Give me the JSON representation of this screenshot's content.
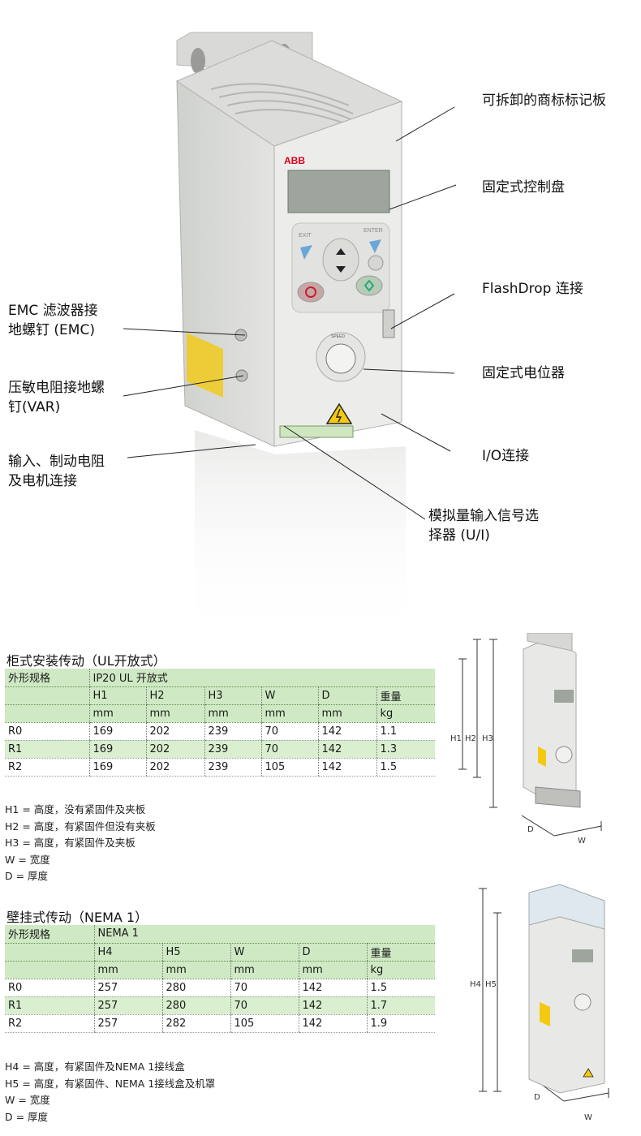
{
  "callouts": {
    "trademark_plate": "可拆卸的商标标记板",
    "control_panel": "固定式控制盘",
    "flashdrop": "FlashDrop 连接",
    "potentiometer": "固定式电位器",
    "io": "I/O连接",
    "analog_selector_1": "模拟量输入信号选",
    "analog_selector_2": "择器 (U/I)",
    "emc_1": "EMC 滤波器接",
    "emc_2": "地螺钉 (EMC)",
    "var_1": "压敏电阻接地螺",
    "var_2": "钉(VAR)",
    "input_1": "输入、制动电阻",
    "input_2": "及电机连接"
  },
  "device": {
    "brand": "ABB",
    "exit_label": "EXIT",
    "enter_label": "ENTER",
    "speed_label": "SPEED"
  },
  "table1": {
    "title": "柜式安装传动（UL开放式）",
    "col_frame": "外形规格",
    "group": "IP20 UL 开放式",
    "columns": [
      "H1",
      "H2",
      "H3",
      "W",
      "D",
      "重量"
    ],
    "units": [
      "mm",
      "mm",
      "mm",
      "mm",
      "mm",
      "kg"
    ],
    "rows": [
      [
        "R0",
        "169",
        "202",
        "239",
        "70",
        "142",
        "1.1"
      ],
      [
        "R1",
        "169",
        "202",
        "239",
        "70",
        "142",
        "1.3"
      ],
      [
        "R2",
        "169",
        "202",
        "239",
        "105",
        "142",
        "1.5"
      ]
    ],
    "notes": [
      "H1 = 高度，没有紧固件及夹板",
      "H2 = 高度，有紧固件但没有夹板",
      "H3 = 高度，有紧固件及夹板",
      "W  = 宽度",
      "D  = 厚度"
    ],
    "dim_labels": {
      "h1": "H1",
      "h2": "H2",
      "h3": "H3",
      "d": "D",
      "w": "W"
    }
  },
  "table2": {
    "title": "壁挂式传动（NEMA 1）",
    "col_frame": "外形规格",
    "group": "NEMA 1",
    "columns": [
      "H4",
      "H5",
      "W",
      "D",
      "重量"
    ],
    "units": [
      "mm",
      "mm",
      "mm",
      "mm",
      "kg"
    ],
    "rows": [
      [
        "R0",
        "257",
        "280",
        "70",
        "142",
        "1.5"
      ],
      [
        "R1",
        "257",
        "280",
        "70",
        "142",
        "1.7"
      ],
      [
        "R2",
        "257",
        "282",
        "105",
        "142",
        "1.9"
      ]
    ],
    "notes": [
      "H4 = 高度，有紧固件及NEMA 1接线盒",
      "H5 = 高度，有紧固件、NEMA 1接线盒及机罩",
      "W  = 宽度",
      "D  = 厚度"
    ],
    "dim_labels": {
      "h4": "H4",
      "h5": "H5",
      "d": "D",
      "w": "W"
    }
  },
  "colors": {
    "table_header_bg": "#cfe9c4",
    "table_alt_row_bg": "#d9efcf",
    "device_body": "#e9eae7",
    "warning_yellow": "#f3c911",
    "abb_red": "#e2001a"
  }
}
